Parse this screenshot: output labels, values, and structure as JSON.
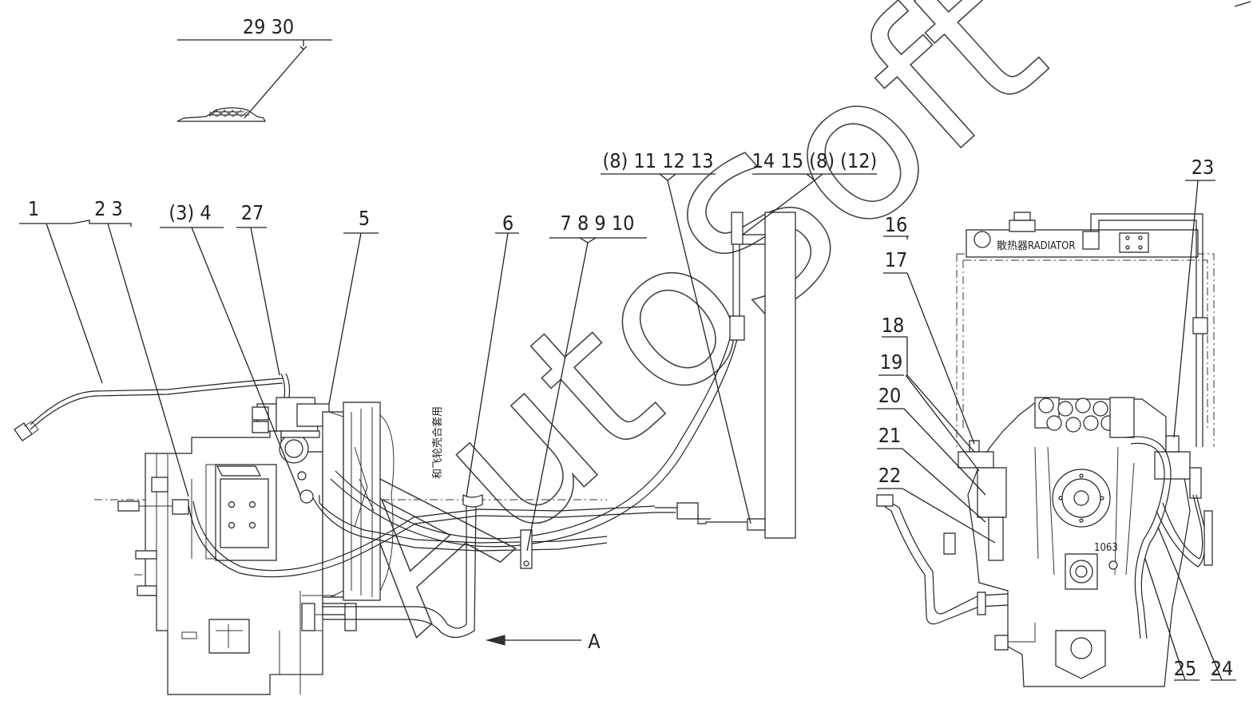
{
  "callouts": {
    "c_29_30": "29  30",
    "c_1": "1",
    "c_2_3": "2  3",
    "c_3_4": "(3)  4",
    "c_27": "27",
    "c_5": "5",
    "c_6": "6",
    "c_7_10": "7  8  9  10",
    "c_8_13": "(8)  11  12  13",
    "c_14_12": "14  15  (8) (12)",
    "c_16": "16",
    "c_17": "17",
    "c_18": "18",
    "c_19": "19",
    "c_20": "20",
    "c_21": "21",
    "c_22": "22",
    "c_23": "23",
    "c_25": "25",
    "c_24": "24"
  },
  "annotations": {
    "vertical_note": "和飞轮壳合套用",
    "radiator_label": "散热器RADIATOR",
    "view_arrow": "A",
    "engine_number": "1063",
    "watermark": "AutoSoft"
  }
}
